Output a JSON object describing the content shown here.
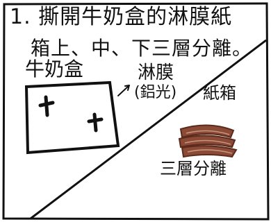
{
  "panel": {
    "title_line1": "1. 撕開牛奶盒的淋膜紙",
    "title_line2": "箱上、中、下三層分離。",
    "milk_box_label": "牛奶盒",
    "film_label": "淋膜",
    "film_note": "(鋁光)",
    "paper_box_label": "紙箱",
    "layers_label": "三層分離"
  },
  "colors": {
    "ink": "#111111",
    "paper": "#ffffff",
    "cardboard": "#8a4a35",
    "cardboard_dark": "#5a2a1c"
  }
}
